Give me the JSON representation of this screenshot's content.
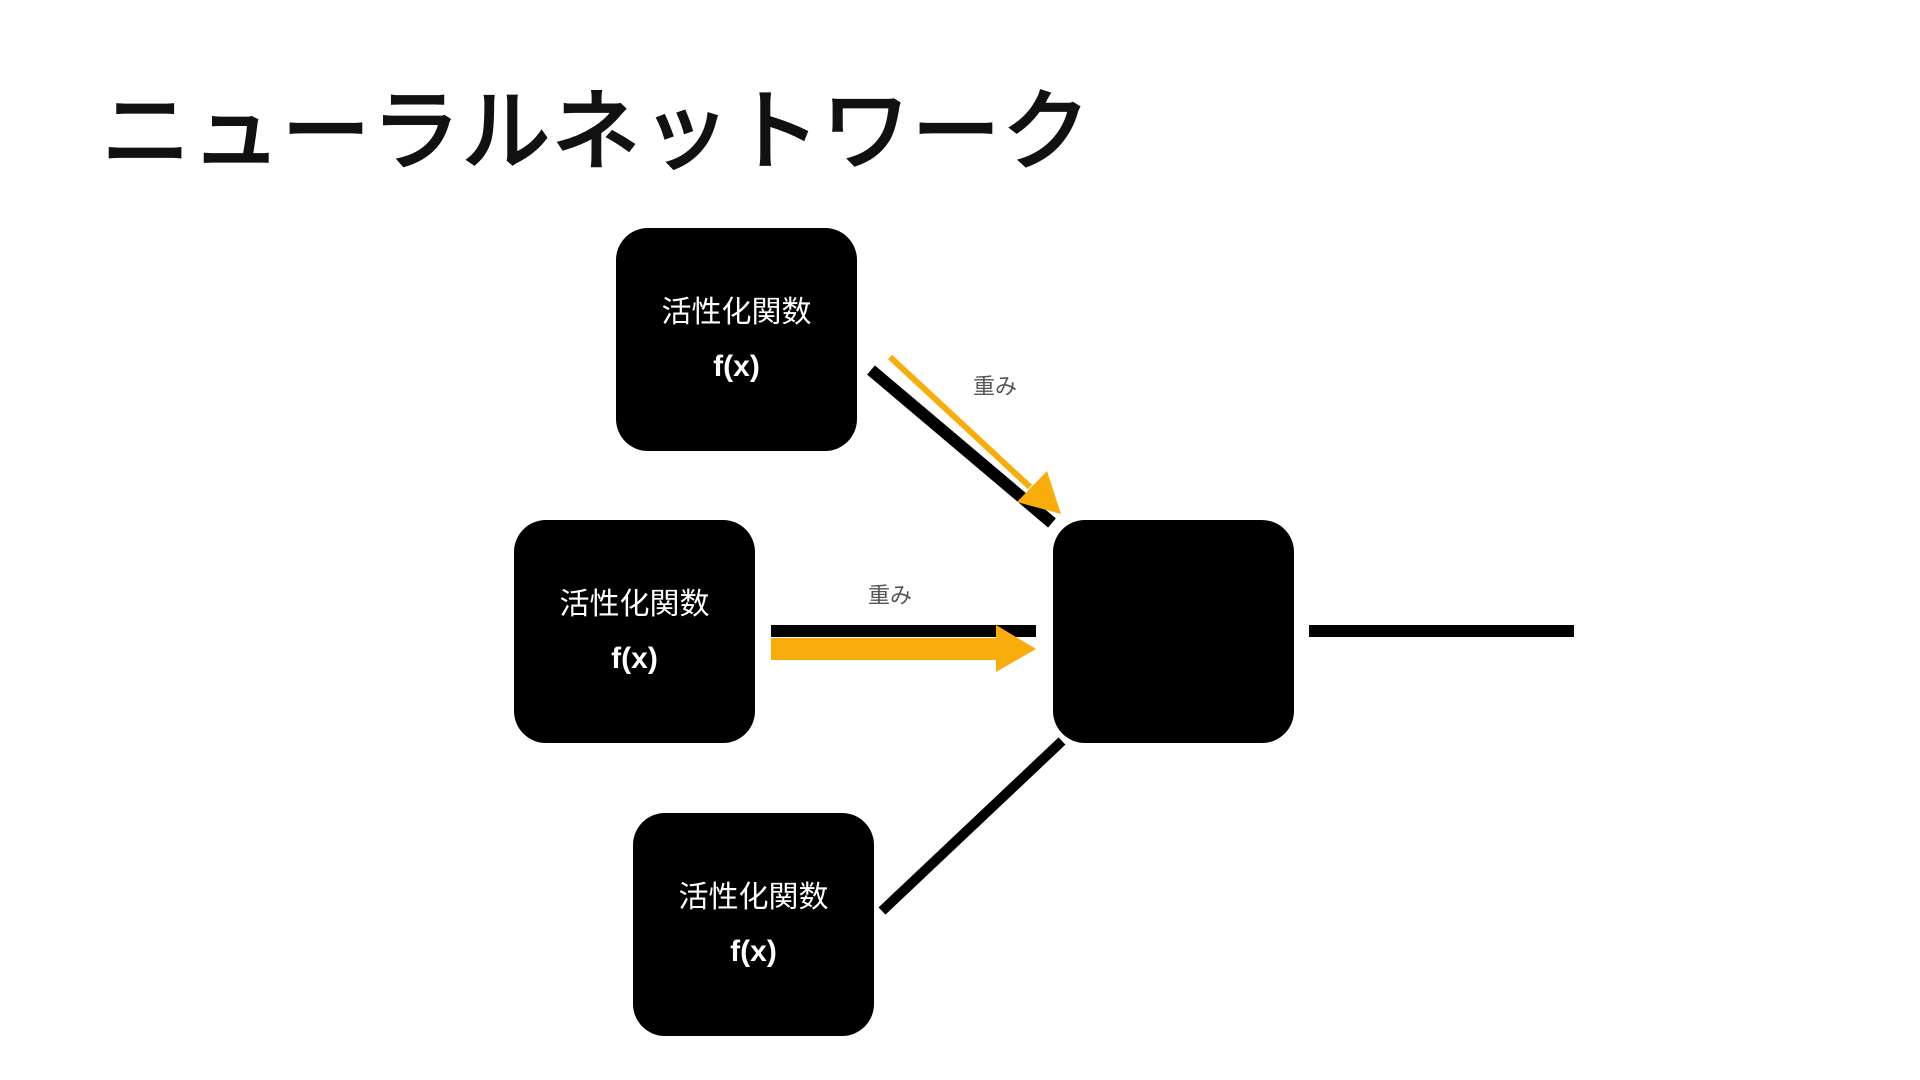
{
  "title": "ニューラルネットワーク",
  "nodes": [
    {
      "id": "top",
      "label": "活性化関数",
      "function": "f(x)"
    },
    {
      "id": "middle",
      "label": "活性化関数",
      "function": "f(x)"
    },
    {
      "id": "bottom",
      "label": "活性化関数",
      "function": "f(x)"
    },
    {
      "id": "output",
      "label": "",
      "function": ""
    }
  ],
  "weights": [
    {
      "label": "重み"
    },
    {
      "label": "重み"
    }
  ],
  "colors": {
    "node_fill": "#000000",
    "node_text": "#ffffff",
    "connection": "#000000",
    "weight_arrow": "#F9AD0D",
    "weight_label": "#555555"
  }
}
